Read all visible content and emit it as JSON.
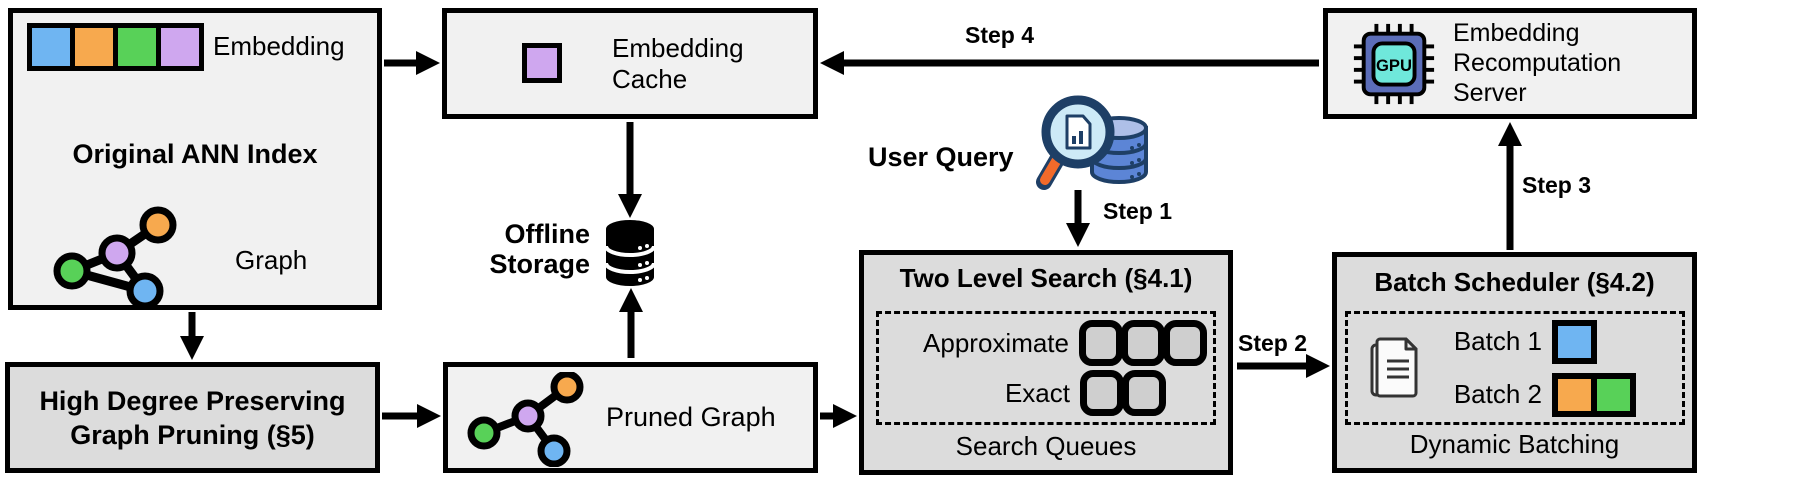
{
  "ann_index": {
    "title": "Original ANN Index",
    "embedding_label": "Embedding",
    "graph_label": "Graph"
  },
  "embedding_cache": {
    "line1": "Embedding",
    "line2": "Cache"
  },
  "offline_storage": {
    "line1": "Offline",
    "line2": "Storage"
  },
  "graph_pruning": {
    "line1": "High Degree Preserving",
    "line2": "Graph Pruning (§5)"
  },
  "pruned_graph": {
    "label": "Pruned Graph"
  },
  "user_query": {
    "label": "User Query"
  },
  "two_level_search": {
    "title": "Two Level Search (§4.1)",
    "approximate_label": "Approximate",
    "exact_label": "Exact",
    "footer": "Search Queues"
  },
  "batch_scheduler": {
    "title": "Batch Scheduler (§4.2)",
    "batch1_label": "Batch 1",
    "batch2_label": "Batch 2",
    "footer": "Dynamic Batching"
  },
  "recomputation_server": {
    "line1": "Embedding",
    "line2": "Recomputation",
    "line3": "Server"
  },
  "gpu_chip": {
    "label": "GPU"
  },
  "steps": {
    "step1": "Step 1",
    "step2": "Step 2",
    "step3": "Step 3",
    "step4": "Step 4"
  },
  "icons": {
    "offline_storage": "database-icon",
    "user_query": "magnifier-database-icon",
    "recomputation_server": "gpu-chip-icon",
    "batch_scheduler": "documents-icon",
    "ann_index": "graph-icon",
    "pruned_graph": "pruned-graph-icon"
  },
  "colors": {
    "blue": "#6FB5F2",
    "orange": "#F7A94E",
    "green": "#58D158",
    "purple": "#CFA7EF",
    "box_light": "#F1F1F1",
    "box_dark": "#DCDCDC",
    "queue_fill": "#CFCFCF",
    "gpu_body": "#5B6DB8",
    "gpu_core": "#6FE8DB",
    "db_blue": "#5C85D6",
    "db_blue_light": "#AEBFE8",
    "magnifier_rim": "#1E3F66",
    "lens_blue": "#CDEAF7",
    "handle_orange": "#F26A2A",
    "black": "#000000"
  }
}
